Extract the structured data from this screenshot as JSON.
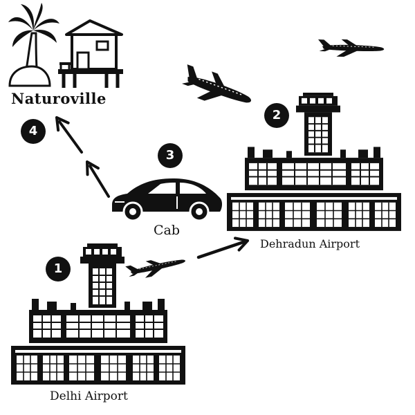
{
  "labels": {
    "destination": "Naturoville",
    "cab": "Cab",
    "arrival_airport": "Dehradun Airport",
    "departure_airport": "Delhi Airport"
  },
  "steps": [
    "1",
    "2",
    "3",
    "4"
  ],
  "icons": [
    "palm-tree-icon",
    "beach-hut-icon",
    "airplane-icon",
    "car-icon",
    "airport-terminal-icon"
  ],
  "colors": {
    "ink": "#111111",
    "background": "#ffffff"
  }
}
